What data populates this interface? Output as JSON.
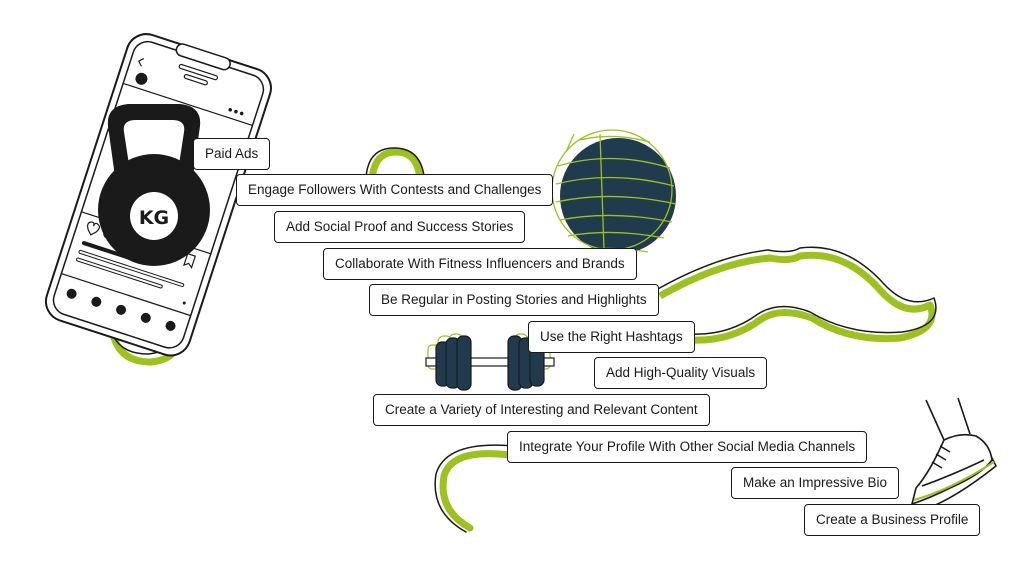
{
  "colors": {
    "accent": "#9cc21b",
    "dark_navy": "#1f3b4d",
    "ink": "#1a1a1a",
    "background": "#ffffff"
  },
  "icons": [
    "phone-icon",
    "kettlebell-icon",
    "ball-icon",
    "dumbbell-icon",
    "sneaker-icon",
    "mustache-icon"
  ],
  "kettlebell_logo": "KG",
  "tips": [
    "Paid Ads",
    "Engage Followers With Contests and Challenges",
    "Add Social Proof and Success Stories",
    "Collaborate With Fitness Influencers and Brands",
    "Be Regular in Posting Stories and Highlights",
    "Use the Right Hashtags",
    "Add High-Quality Visuals",
    "Create a Variety of Interesting and Relevant Content",
    "Integrate Your Profile With Other Social Media Channels",
    "Make an Impressive Bio",
    "Create a Business Profile"
  ]
}
